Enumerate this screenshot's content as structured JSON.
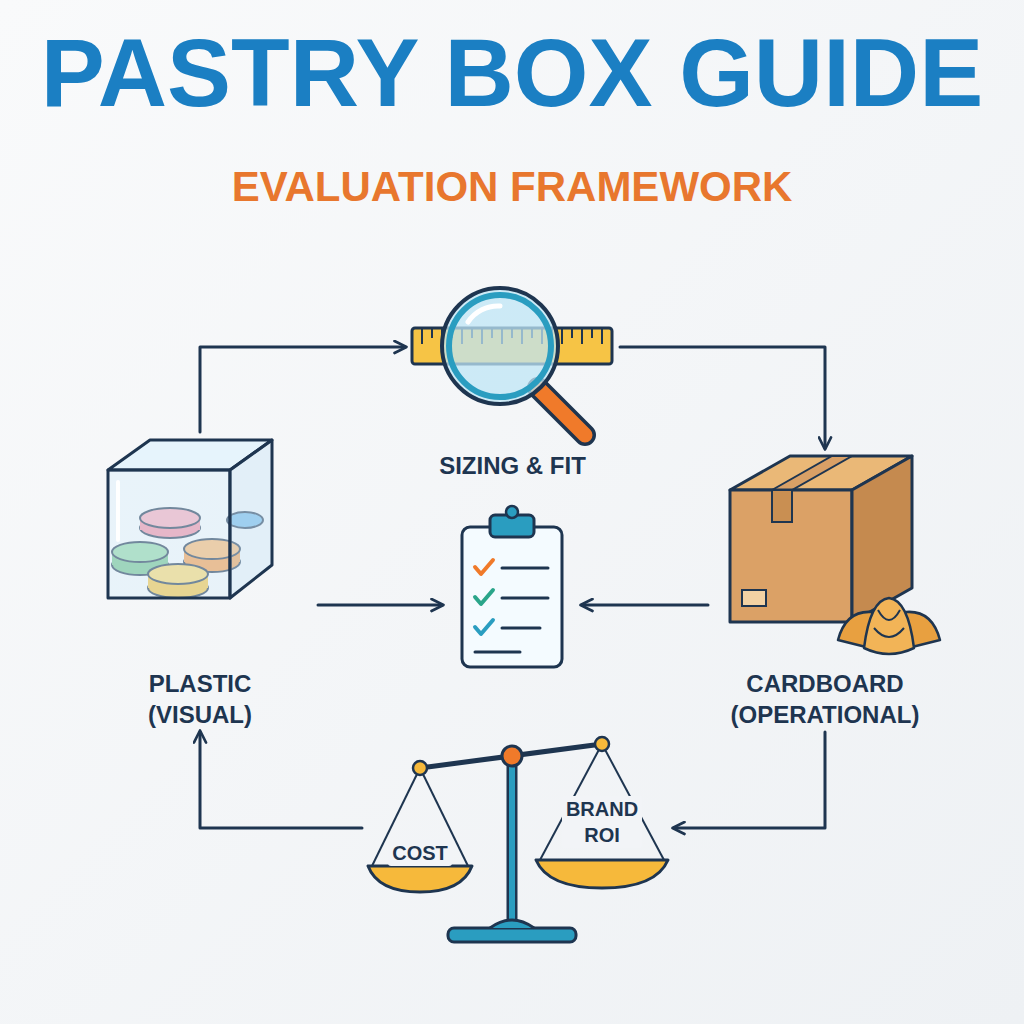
{
  "diagram": {
    "title": "PASTRY BOX GUIDE",
    "nodes": [
      {
        "text": [
          "SIZING & FIT"
        ]
      },
      {
        "text": [
          "PLASTIC (VISUAL)"
        ]
      },
      {
        "text": [
          "CARDBOARD (OPERATIONAL)"
        ]
      },
      {
        "text": [
          "COST",
          "BRAND ROI"
        ]
      }
    ],
    "edges": [
      {
        "from": 1,
        "to": 0,
        "arrow": "to"
      },
      {
        "from": 0,
        "to": 2,
        "arrow": "to"
      },
      {
        "from": 2,
        "to": 3,
        "arrow": "to"
      },
      {
        "from": 3,
        "to": 1,
        "arrow": "to"
      }
    ],
    "labels": [
      "EVALUATION FRAMEWORK"
    ]
  }
}
